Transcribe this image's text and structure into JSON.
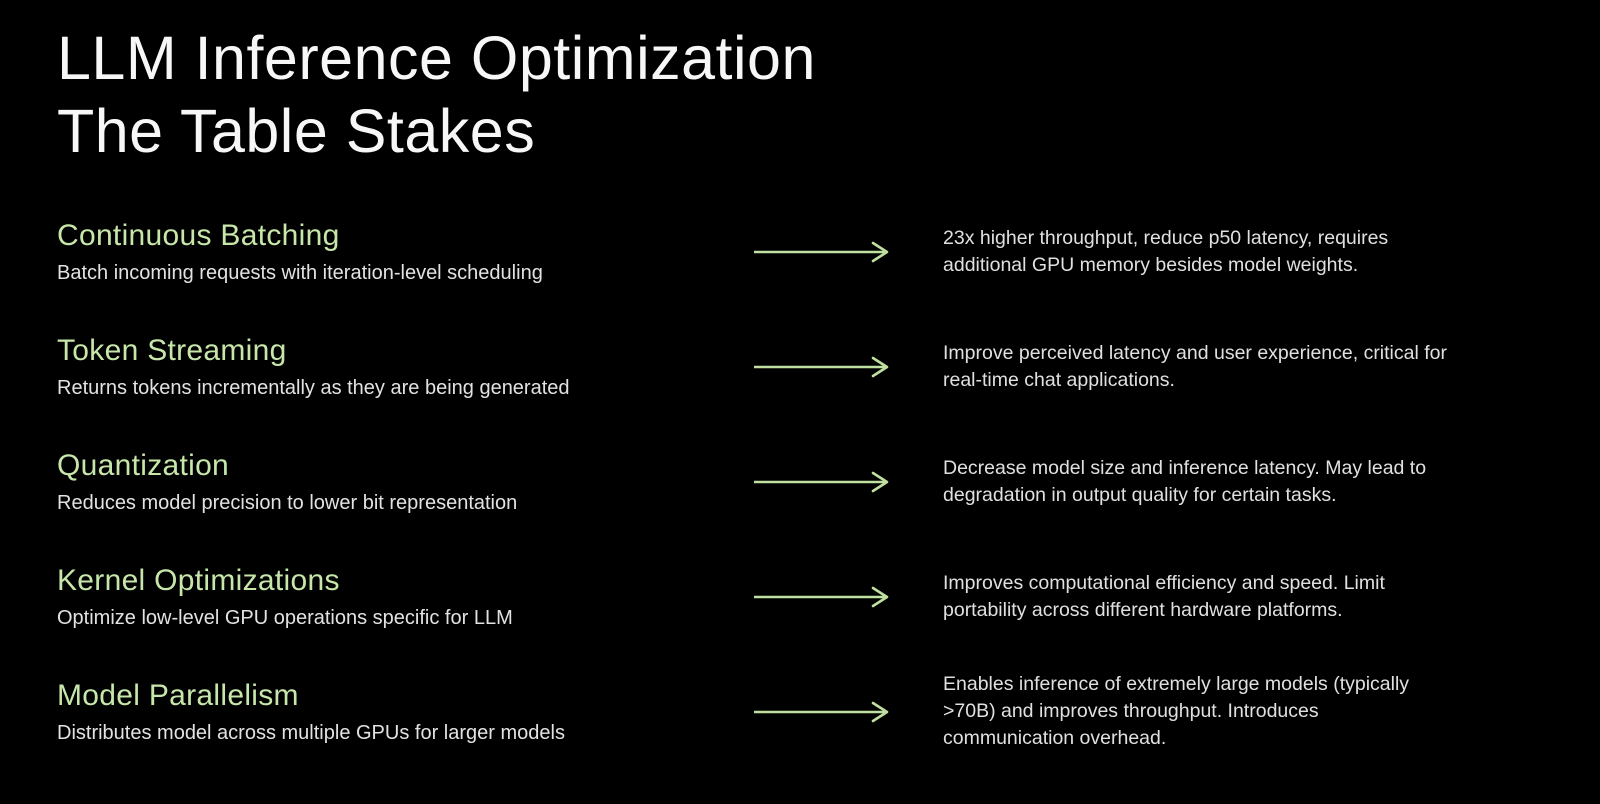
{
  "slide": {
    "title_line1": "LLM Inference Optimization",
    "title_line2": "The Table Stakes"
  },
  "colors": {
    "background": "#000000",
    "title_text": "#f7f7f7",
    "heading_green": "#c7e6aa",
    "arrow_green": "#bfe0a0",
    "body_text": "#e0e0e0"
  },
  "icons": {
    "row_arrow": "right-arrow"
  },
  "rows": [
    {
      "heading": "Continuous Batching",
      "subtitle": "Batch incoming requests with iteration-level scheduling",
      "description": [
        "23x higher throughput, reduce p50 latency, requires",
        "additional GPU memory besides model weights."
      ]
    },
    {
      "heading": "Token Streaming",
      "subtitle": "Returns tokens incrementally as they are being generated",
      "description": [
        "Improve perceived latency and user experience, critical for",
        "real-time chat applications."
      ]
    },
    {
      "heading": "Quantization",
      "subtitle": "Reduces model precision to lower bit representation",
      "description": [
        "Decrease model size and inference latency. May lead to",
        "degradation in output quality for certain tasks."
      ]
    },
    {
      "heading": "Kernel Optimizations",
      "subtitle": "Optimize low-level GPU operations specific for LLM",
      "description": [
        "Improves computational efficiency and speed. Limit",
        "portability across different hardware platforms."
      ]
    },
    {
      "heading": "Model Parallelism",
      "subtitle": "Distributes model across multiple GPUs for larger models",
      "description": [
        "Enables inference of extremely large models (typically",
        ">70B) and improves throughput. Introduces",
        "communication overhead."
      ]
    }
  ]
}
